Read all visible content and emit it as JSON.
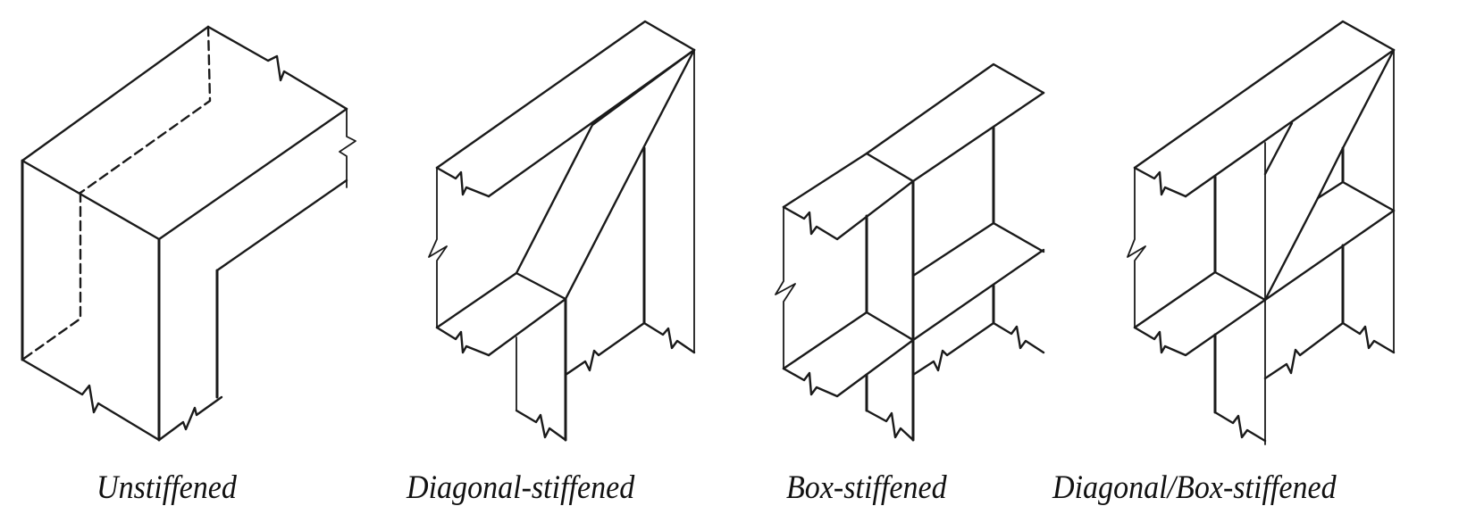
{
  "figure": {
    "background": "#ffffff",
    "line_color": "#1a1a1a",
    "panels": [
      {
        "id": "unstiffened",
        "caption": "Unstiffened"
      },
      {
        "id": "diagonal-stiffened",
        "caption": "Diagonal-stiffened"
      },
      {
        "id": "box-stiffened",
        "caption": "Box-stiffened"
      },
      {
        "id": "diagonal-box-stiffened",
        "caption": "Diagonal/Box-stiffened"
      }
    ]
  }
}
